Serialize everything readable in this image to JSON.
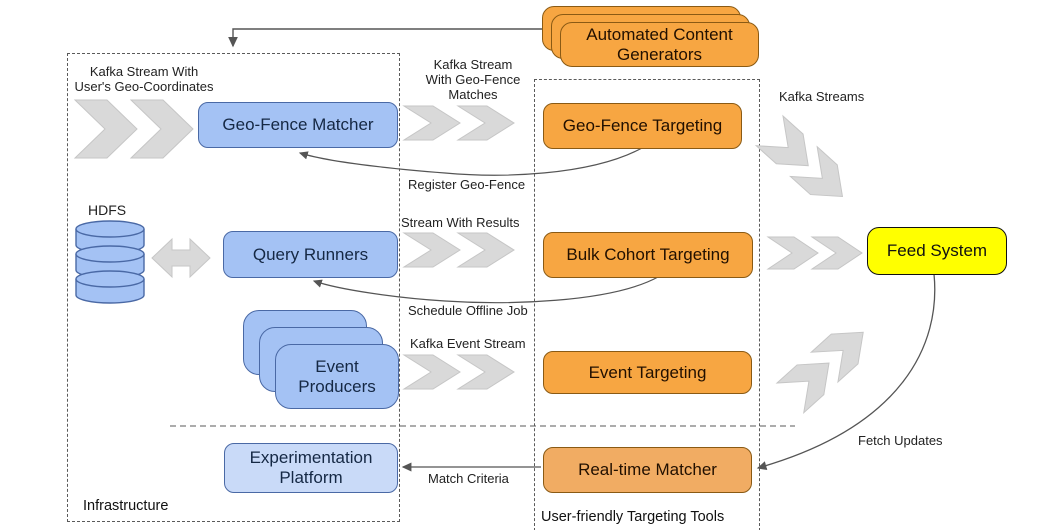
{
  "colors": {
    "node-blue": "#A4C2F4",
    "node-blue-border": "#4a69a5",
    "node-light-blue": "#C9DAF8",
    "node-orange": "#F7A642",
    "node-muted-orange": "#F1AC63",
    "node-orange-border": "#8a5a14",
    "node-yellow": "#FFFF00",
    "arrow-gray": "#D9D9D9",
    "arrow-gray-border": "#c6c6c6",
    "line-gray": "#555555",
    "text-blue-node": "#152844",
    "text-orange-node": "#221000"
  },
  "diagram": {
    "containers": {
      "infrastructure": "Infrastructure",
      "targeting_tools": "User-friendly Targeting Tools"
    },
    "nodes": {
      "automated_content_generators": "Automated Content\nGenerators",
      "geo_fence_matcher": "Geo-Fence Matcher",
      "hdfs": "HDFS",
      "query_runners": "Query Runners",
      "event_producers": "Event\nProducers",
      "experimentation_platform": "Experimentation\nPlatform",
      "geo_fence_targeting": "Geo-Fence Targeting",
      "bulk_cohort_targeting": "Bulk Cohort Targeting",
      "event_targeting": "Event Targeting",
      "real_time_matcher": "Real-time Matcher",
      "feed_system": "Feed System"
    },
    "labels": {
      "kafka_stream_user_geo": "Kafka Stream With\nUser's Geo-Coordinates",
      "kafka_stream_geo_fence_matches": "Kafka Stream\nWith Geo-Fence\nMatches",
      "register_geo_fence": "Register Geo-Fence",
      "stream_with_results": "Stream With Results",
      "schedule_offline_job": "Schedule Offline Job",
      "kafka_event_stream": "Kafka Event Stream",
      "kafka_streams": "Kafka Streams",
      "fetch_updates": "Fetch Updates",
      "match_criteria": "Match Criteria"
    }
  }
}
